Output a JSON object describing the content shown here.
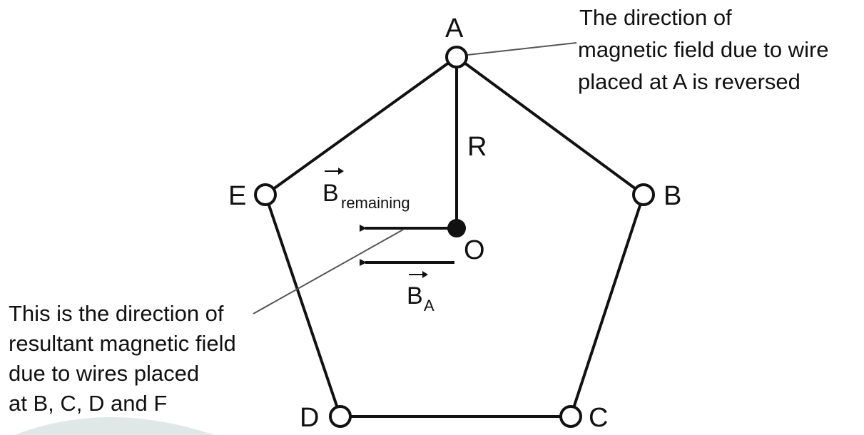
{
  "vertices": {
    "a": "A",
    "b": "B",
    "c": "C",
    "d": "D",
    "e": "E"
  },
  "center_label": "O",
  "radius_label": "R",
  "b_remaining": {
    "symbol": "B",
    "subscript": "remaining"
  },
  "b_a": {
    "symbol": "B",
    "subscript": "A"
  },
  "note_top_right": [
    "The direction of",
    "magnetic field due to wire",
    "placed at A is reversed"
  ],
  "note_bottom_left": [
    "This is the direction of",
    "resultant magnetic field",
    "due to wires placed",
    "at B, C, D and F"
  ],
  "colors": {
    "line": "#111111",
    "pointer": "#555555",
    "watermark": "#dfe8e6"
  },
  "icons": [
    "wire-node-icon",
    "center-point-icon",
    "arrow-left-icon",
    "vector-arrow-icon"
  ]
}
